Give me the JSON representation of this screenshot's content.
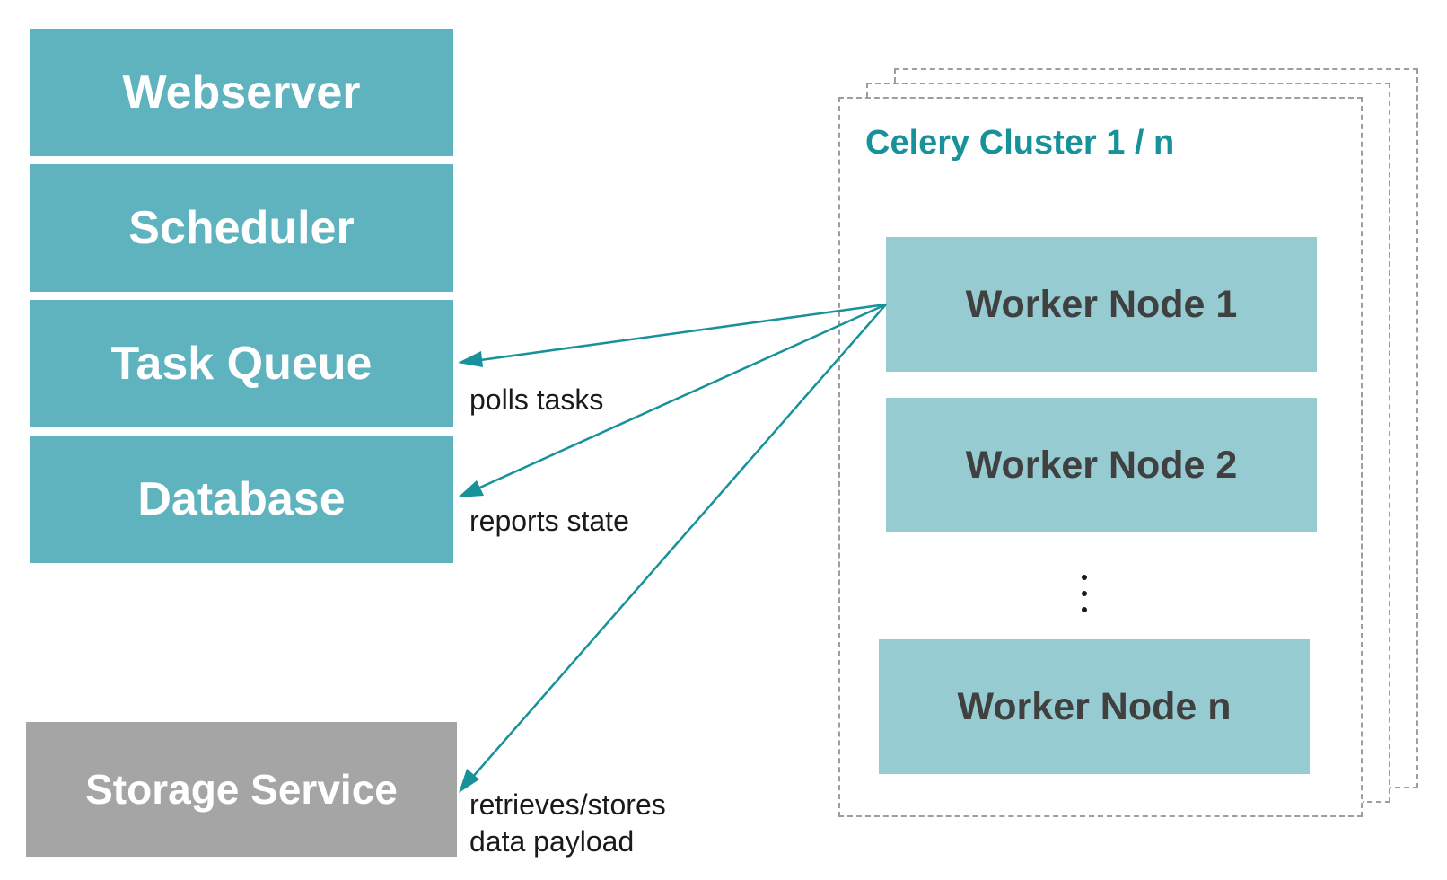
{
  "stack": {
    "webserver": "Webserver",
    "scheduler": "Scheduler",
    "task_queue": "Task Queue",
    "database": "Database"
  },
  "storage": {
    "label": "Storage Service"
  },
  "cluster": {
    "title": "Celery Cluster 1 / n",
    "workers": [
      "Worker Node 1",
      "Worker Node 2",
      "Worker Node n"
    ],
    "ellipsis": "⋮"
  },
  "connections": [
    {
      "from": "Worker Node 1",
      "to": "Task Queue",
      "label": "polls tasks"
    },
    {
      "from": "Worker Node 1",
      "to": "Database",
      "label": "reports state"
    },
    {
      "from": "Worker Node 1",
      "to": "Storage Service",
      "label_line1": "retrieves/stores",
      "label_line2": "data payload"
    }
  ],
  "colors": {
    "core_box": "#5fb3be",
    "worker_box": "#95cbd1",
    "storage_box": "#a5a5a5",
    "accent": "#17919a",
    "arrow": "#17919a",
    "dashed_border": "#9e9e9e"
  }
}
